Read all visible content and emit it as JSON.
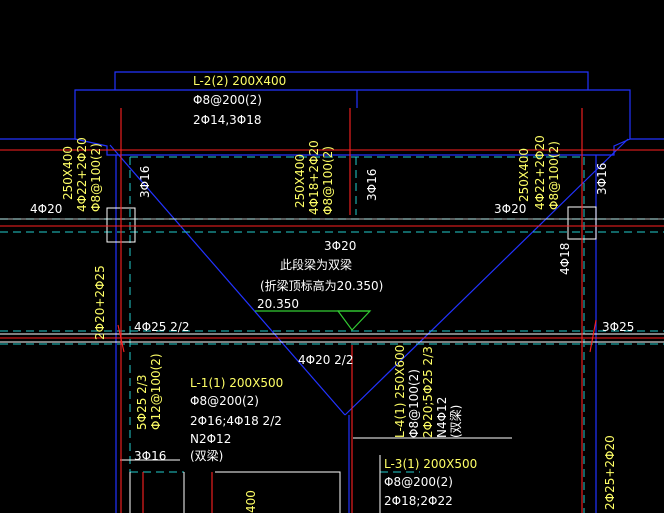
{
  "colors": {
    "background": "#000000",
    "wall_blue": "#2233ff",
    "axis_red": "#ff2020",
    "dashed_cyan": "#22cccc",
    "text_white": "#ffffff",
    "text_yellow": "#ffff66",
    "level_green": "#33cc33"
  },
  "labels": {
    "top_beam": {
      "name": "L-2(2) 200X400",
      "stirrup": "Φ8@200(2)",
      "rebar": "2Φ14,3Φ18"
    },
    "left_slope_beam": {
      "size": "250X400",
      "rebar": "4Φ22+2Φ20",
      "stirrup": "Φ8@100(2)"
    },
    "left_col_top": "3Φ16",
    "mid_slope_beam": {
      "size": "250X400",
      "rebar": "4Φ18+2Φ20",
      "stirrup": "Φ8@100(2)"
    },
    "mid_col_top": "3Φ16",
    "right_slope_beam": {
      "size": "250X400",
      "rebar": "4Φ22+2Φ20",
      "stirrup": "Φ8@100(2)"
    },
    "right_col_top": "3Φ16",
    "left_top_bar": "4Φ20",
    "right_top_bar": "3Φ20",
    "center_bar": "3Φ20",
    "center_note_1": "此段梁为双梁",
    "center_note_2": "(折梁顶标高为20.350)",
    "elevation": "20.350",
    "right_col_bar": "4Φ18",
    "left_vert_bar": "2Φ20+2Φ25",
    "mid_left_bar": "4Φ25 2/2",
    "right_mid_bar": "3Φ25",
    "bottom_center_bar": "4Φ20 2/2",
    "l1": {
      "name": "L-1(1) 200X500",
      "stirrup": "Φ8@200(2)",
      "rebar": "2Φ16;4Φ18 2/2",
      "waist": "N2Φ12",
      "note": "(双梁)"
    },
    "left_vert_2": {
      "rebar": "5Φ25 2/3",
      "stirrup": "Φ12@100(2)"
    },
    "left_bottom_bar": "3Φ16",
    "l4": {
      "name": "L-4(1) 250X600",
      "stirrup": "Φ8@100(2)",
      "rebar": "2Φ20;5Φ25 2/3",
      "waist": "N4Φ12",
      "note": "(双梁)"
    },
    "l3": {
      "name": "L-3(1) 200X500",
      "stirrup": "Φ8@200(2)",
      "rebar": "2Φ18;2Φ22"
    },
    "right_vert_bar": "2Φ25+2Φ20",
    "bottom_fragment": "400"
  }
}
